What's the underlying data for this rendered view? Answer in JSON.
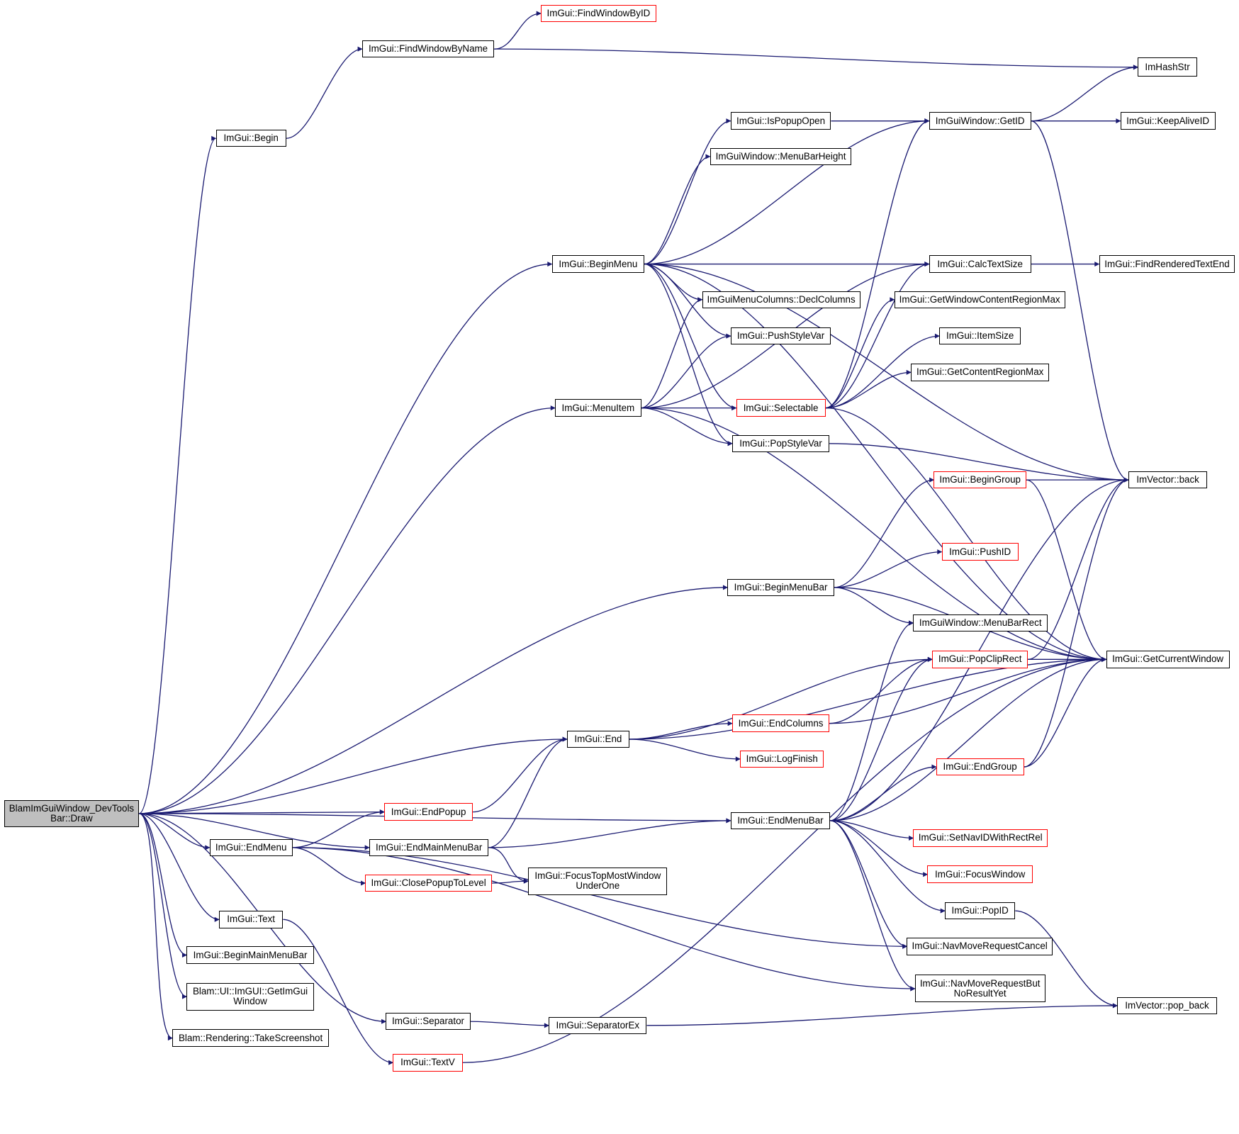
{
  "diagram": {
    "edge_color": "#191970",
    "node_border_color": "#000000",
    "truncated_border_color": "#ff0000",
    "root_fill_color": "#bfbfbf",
    "nodes": [
      {
        "id": "root",
        "label": "BlamImGuiWindow_DevTools\nBar::Draw",
        "root": true
      },
      {
        "id": "begin",
        "label": "ImGui::Begin"
      },
      {
        "id": "findbyname",
        "label": "ImGui::FindWindowByName"
      },
      {
        "id": "findbyid",
        "label": "ImGui::FindWindowByID",
        "truncated": true
      },
      {
        "id": "hashstr",
        "label": "ImHashStr"
      },
      {
        "id": "getid",
        "label": "ImGuiWindow::GetID"
      },
      {
        "id": "keepalive",
        "label": "ImGui::KeepAliveID"
      },
      {
        "id": "ispopupopen",
        "label": "ImGui::IsPopupOpen"
      },
      {
        "id": "menubarheight",
        "label": "ImGuiWindow::MenuBarHeight"
      },
      {
        "id": "beginmenu",
        "label": "ImGui::BeginMenu"
      },
      {
        "id": "calctextsize",
        "label": "ImGui::CalcTextSize"
      },
      {
        "id": "findrendered",
        "label": "ImGui::FindRenderedTextEnd"
      },
      {
        "id": "declcolumns",
        "label": "ImGuiMenuColumns::DeclColumns"
      },
      {
        "id": "getwincontentmax",
        "label": "ImGui::GetWindowContentRegionMax"
      },
      {
        "id": "pushstylevar",
        "label": "ImGui::PushStyleVar"
      },
      {
        "id": "itemsize",
        "label": "ImGui::ItemSize"
      },
      {
        "id": "getcontentmax",
        "label": "ImGui::GetContentRegionMax"
      },
      {
        "id": "menuitem",
        "label": "ImGui::MenuItem"
      },
      {
        "id": "selectable",
        "label": "ImGui::Selectable",
        "truncated": true
      },
      {
        "id": "popstylevar",
        "label": "ImGui::PopStyleVar"
      },
      {
        "id": "begingroup",
        "label": "ImGui::BeginGroup",
        "truncated": true
      },
      {
        "id": "back",
        "label": "ImVector::back"
      },
      {
        "id": "pushid",
        "label": "ImGui::PushID",
        "truncated": true
      },
      {
        "id": "beginmenubar",
        "label": "ImGui::BeginMenuBar"
      },
      {
        "id": "menubarrect",
        "label": "ImGuiWindow::MenuBarRect"
      },
      {
        "id": "popcliprect",
        "label": "ImGui::PopClipRect",
        "truncated": true
      },
      {
        "id": "getcurrentwindow",
        "label": "ImGui::GetCurrentWindow"
      },
      {
        "id": "endcolumns",
        "label": "ImGui::EndColumns",
        "truncated": true
      },
      {
        "id": "end",
        "label": "ImGui::End"
      },
      {
        "id": "logfinish",
        "label": "ImGui::LogFinish",
        "truncated": true
      },
      {
        "id": "endgroup",
        "label": "ImGui::EndGroup",
        "truncated": true
      },
      {
        "id": "endpopup",
        "label": "ImGui::EndPopup",
        "truncated": true
      },
      {
        "id": "endmenubar",
        "label": "ImGui::EndMenuBar"
      },
      {
        "id": "endmenu",
        "label": "ImGui::EndMenu"
      },
      {
        "id": "endmainmenubar",
        "label": "ImGui::EndMainMenuBar"
      },
      {
        "id": "setnavid",
        "label": "ImGui::SetNavIDWithRectRel",
        "truncated": true
      },
      {
        "id": "closepopup",
        "label": "ImGui::ClosePopupToLevel",
        "truncated": true
      },
      {
        "id": "focustopmost",
        "label": "ImGui::FocusTopMostWindow\nUnderOne"
      },
      {
        "id": "focuswindow",
        "label": "ImGui::FocusWindow",
        "truncated": true
      },
      {
        "id": "popid",
        "label": "ImGui::PopID"
      },
      {
        "id": "text",
        "label": "ImGui::Text"
      },
      {
        "id": "navcancel",
        "label": "ImGui::NavMoveRequestCancel"
      },
      {
        "id": "beginmainmenubar",
        "label": "ImGui::BeginMainMenuBar"
      },
      {
        "id": "getimguiwindow",
        "label": "Blam::UI::ImGUI::GetImGui\nWindow"
      },
      {
        "id": "navbutnoresult",
        "label": "ImGui::NavMoveRequestBut\nNoResultYet"
      },
      {
        "id": "popback",
        "label": "ImVector::pop_back"
      },
      {
        "id": "separator",
        "label": "ImGui::Separator"
      },
      {
        "id": "separatorex",
        "label": "ImGui::SeparatorEx"
      },
      {
        "id": "screenshot",
        "label": "Blam::Rendering::TakeScreenshot"
      },
      {
        "id": "textv",
        "label": "ImGui::TextV",
        "truncated": true
      }
    ],
    "edges": [
      [
        "root",
        "begin"
      ],
      [
        "root",
        "beginmenu"
      ],
      [
        "root",
        "menuitem"
      ],
      [
        "root",
        "beginmenubar"
      ],
      [
        "root",
        "end"
      ],
      [
        "root",
        "endmenubar"
      ],
      [
        "root",
        "endmainmenubar"
      ],
      [
        "root",
        "endmenu"
      ],
      [
        "root",
        "endpopup"
      ],
      [
        "root",
        "text"
      ],
      [
        "root",
        "separator"
      ],
      [
        "root",
        "beginmainmenubar"
      ],
      [
        "root",
        "getimguiwindow"
      ],
      [
        "root",
        "screenshot"
      ],
      [
        "begin",
        "findbyname"
      ],
      [
        "findbyname",
        "findbyid"
      ],
      [
        "findbyname",
        "hashstr"
      ],
      [
        "beginmenu",
        "getid"
      ],
      [
        "beginmenu",
        "ispopupopen"
      ],
      [
        "beginmenu",
        "menubarheight"
      ],
      [
        "beginmenu",
        "back"
      ],
      [
        "beginmenu",
        "getcurrentwindow"
      ],
      [
        "beginmenu",
        "calctextsize"
      ],
      [
        "beginmenu",
        "declcolumns"
      ],
      [
        "beginmenu",
        "pushstylevar"
      ],
      [
        "beginmenu",
        "selectable"
      ],
      [
        "beginmenu",
        "popstylevar"
      ],
      [
        "ispopupopen",
        "getid"
      ],
      [
        "getid",
        "hashstr"
      ],
      [
        "getid",
        "keepalive"
      ],
      [
        "getid",
        "back"
      ],
      [
        "calctextsize",
        "findrendered"
      ],
      [
        "menuitem",
        "declcolumns"
      ],
      [
        "menuitem",
        "pushstylevar"
      ],
      [
        "menuitem",
        "calctextsize"
      ],
      [
        "menuitem",
        "selectable"
      ],
      [
        "menuitem",
        "popstylevar"
      ],
      [
        "menuitem",
        "getcurrentwindow"
      ],
      [
        "selectable",
        "getid"
      ],
      [
        "selectable",
        "calctextsize"
      ],
      [
        "selectable",
        "getwincontentmax"
      ],
      [
        "selectable",
        "itemsize"
      ],
      [
        "selectable",
        "getcontentmax"
      ],
      [
        "selectable",
        "getcurrentwindow"
      ],
      [
        "popstylevar",
        "back"
      ],
      [
        "begingroup",
        "back"
      ],
      [
        "begingroup",
        "getcurrentwindow"
      ],
      [
        "beginmenubar",
        "begingroup"
      ],
      [
        "beginmenubar",
        "pushid"
      ],
      [
        "beginmenubar",
        "getcurrentwindow"
      ],
      [
        "beginmenubar",
        "menubarrect"
      ],
      [
        "popcliprect",
        "back"
      ],
      [
        "popcliprect",
        "getcurrentwindow"
      ],
      [
        "end",
        "popcliprect"
      ],
      [
        "end",
        "endcolumns"
      ],
      [
        "end",
        "logfinish"
      ],
      [
        "end",
        "getcurrentwindow"
      ],
      [
        "endcolumns",
        "popcliprect"
      ],
      [
        "endcolumns",
        "getcurrentwindow"
      ],
      [
        "endgroup",
        "back"
      ],
      [
        "endgroup",
        "getcurrentwindow"
      ],
      [
        "endpopup",
        "end"
      ],
      [
        "endmainmenubar",
        "end"
      ],
      [
        "endmainmenubar",
        "endmenubar"
      ],
      [
        "endmainmenubar",
        "focustopmost"
      ],
      [
        "endmenubar",
        "menubarrect"
      ],
      [
        "endmenubar",
        "popcliprect"
      ],
      [
        "endmenubar",
        "back"
      ],
      [
        "endmenubar",
        "endgroup"
      ],
      [
        "endmenubar",
        "getcurrentwindow"
      ],
      [
        "endmenubar",
        "setnavid"
      ],
      [
        "endmenubar",
        "focuswindow"
      ],
      [
        "endmenubar",
        "popid"
      ],
      [
        "endmenubar",
        "navcancel"
      ],
      [
        "endmenubar",
        "navbutnoresult"
      ],
      [
        "endmenu",
        "endpopup"
      ],
      [
        "endmenu",
        "closepopup"
      ],
      [
        "endmenu",
        "navcancel"
      ],
      [
        "endmenu",
        "navbutnoresult"
      ],
      [
        "closepopup",
        "focustopmost"
      ],
      [
        "popid",
        "popback"
      ],
      [
        "text",
        "textv"
      ],
      [
        "textv",
        "getcurrentwindow"
      ],
      [
        "separator",
        "separatorex"
      ],
      [
        "separatorex",
        "popback"
      ]
    ]
  }
}
